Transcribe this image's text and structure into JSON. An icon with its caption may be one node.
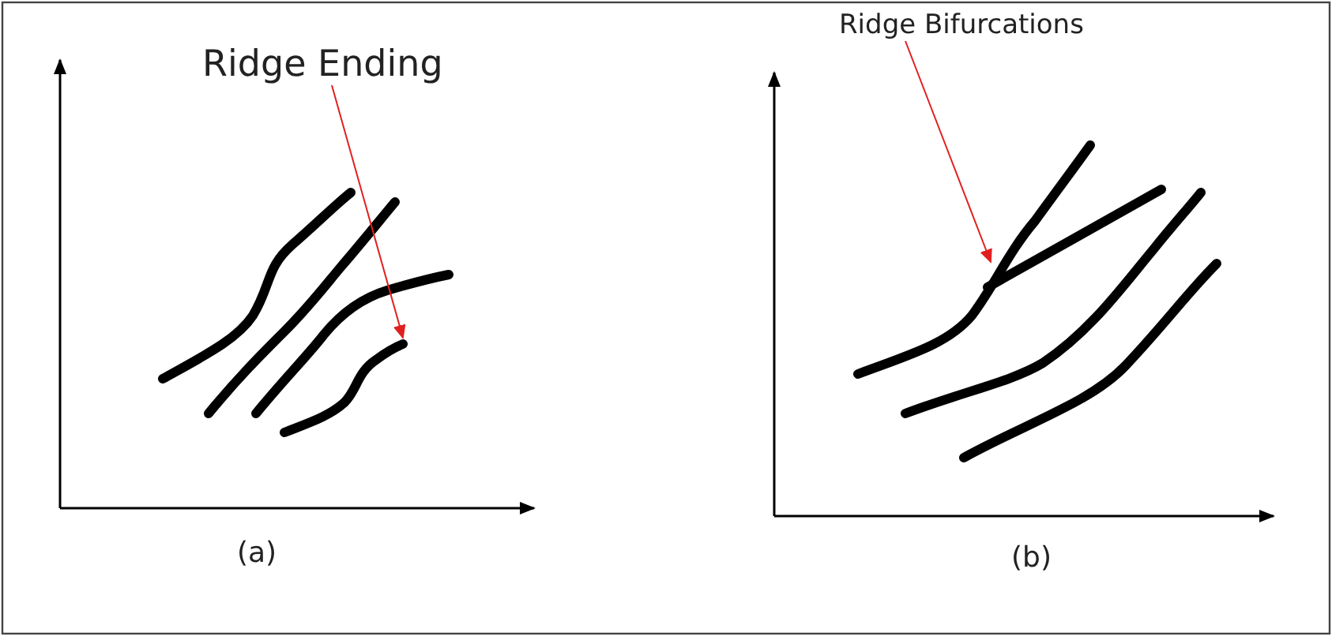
{
  "diagram": {
    "nodes": [
      {
        "text": [
          "Ridge Ending"
        ]
      },
      {
        "text": [
          "Ridge Bifurcations"
        ]
      }
    ],
    "edges": [
      {
        "from": 0,
        "to": null,
        "arrow": "to"
      },
      {
        "from": 1,
        "to": null,
        "arrow": "to"
      }
    ],
    "labels": [
      "(a)",
      "(b)"
    ]
  }
}
